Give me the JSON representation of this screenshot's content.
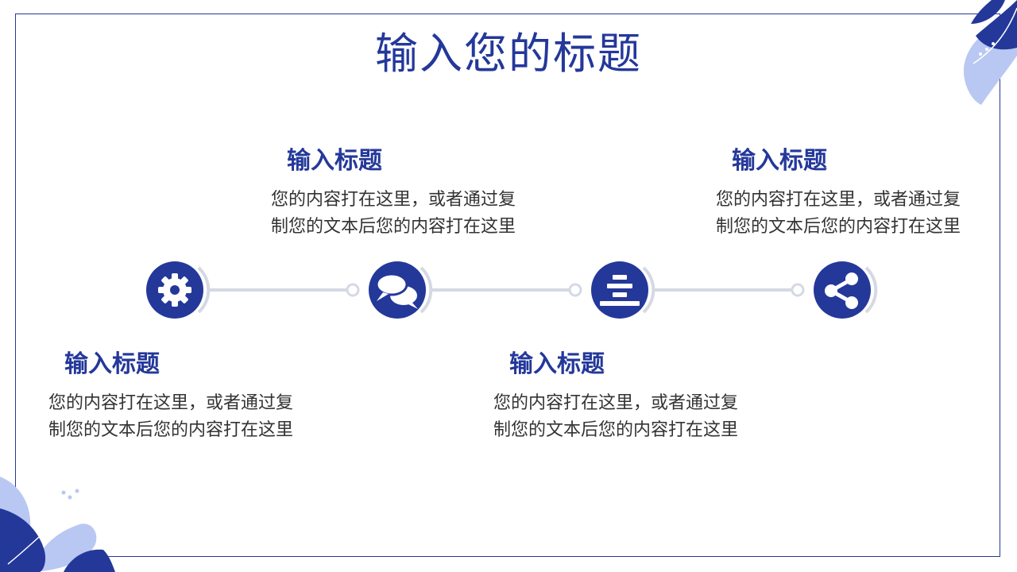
{
  "slide": {
    "title": "输入您的标题"
  },
  "colors": {
    "accent": "#24389a",
    "accent_light": "#b9c8f2",
    "line": "#d4d9e3"
  },
  "steps": [
    {
      "icon": "gear-icon",
      "heading": "输入标题",
      "text": "您的内容打在这里，或者通过复制您的文本后您的内容打在这里"
    },
    {
      "icon": "chat-bubbles-icon",
      "heading": "输入标题",
      "text": "您的内容打在这里，或者通过复制您的文本后您的内容打在这里"
    },
    {
      "icon": "stacked-bars-icon",
      "heading": "输入标题",
      "text": "您的内容打在这里，或者通过复制您的文本后您的内容打在这里"
    },
    {
      "icon": "share-icon",
      "heading": "输入标题",
      "text": "您的内容打在这里，或者通过复制您的文本后您的内容打在这里"
    }
  ]
}
